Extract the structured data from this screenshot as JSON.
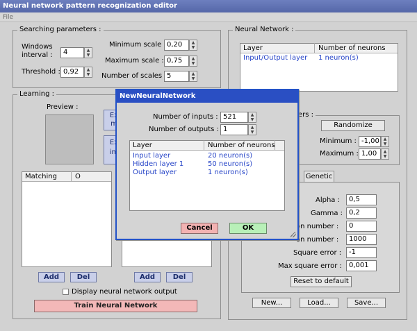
{
  "window": {
    "title": "Neural network pattern recognization editor",
    "menu": "File"
  },
  "searching": {
    "legend": "Searching parameters :",
    "windows_interval_label": "Windows\ninterval :",
    "windows_interval": "4",
    "threshold_label": "Threshold :",
    "threshold": "0,92",
    "min_scale_label": "Minimum scale :",
    "min_scale": "0,20",
    "max_scale_label": "Maximum scale :",
    "max_scale": "0,75",
    "num_scales_label": "Number of scales :",
    "num_scales": "5"
  },
  "learning": {
    "legend": "Learning :",
    "preview_label": "Preview :",
    "ex1": "Ex\nm",
    "ex2": "Ex\nim",
    "matching_col": "Matching",
    "o_col": "O",
    "add_label": "Add",
    "del_label": "Del",
    "add2_label": "Add",
    "del2_label": "Del",
    "display_checkbox": "Display neural network output",
    "train_button": "Train Neural Network"
  },
  "network": {
    "legend": "Neural Network :",
    "col_layer": "Layer",
    "col_neurons": "Number of neurons",
    "rows": [
      {
        "layer": "Input/Output layer",
        "neurons": "1 neuron(s)"
      }
    ],
    "weights_legend": "ers :",
    "randomize": "Randomize",
    "minimum_label": "Minimum :",
    "minimum": "-1,00",
    "maximum_label": "Maximum :",
    "maximum": "1,00",
    "genetic_tab": "Genetic",
    "alpha_label": "Alpha :",
    "alpha": "0,5",
    "gamma_label": "Gamma :",
    "gamma": "0,2",
    "iter_label": "on number :",
    "iter": "0",
    "maxiter_label": "on number :",
    "maxiter": "1000",
    "sqerr_label": "Square error :",
    "sqerr": "-1",
    "maxsqerr_label": "Max square error :",
    "maxsqerr": "0,001",
    "reset": "Reset to default",
    "new": "New...",
    "load": "Load...",
    "save": "Save..."
  },
  "dialog": {
    "title": "NewNeuralNetwork",
    "inputs_label": "Number of inputs :",
    "inputs": "521",
    "outputs_label": "Number of outputs :",
    "outputs": "1",
    "col_layer": "Layer",
    "col_neurons": "Number of neurons",
    "rows": [
      {
        "layer": "Input layer",
        "neurons": "20 neuron(s)"
      },
      {
        "layer": "Hidden layer 1",
        "neurons": "50 neuron(s)"
      },
      {
        "layer": "Output layer",
        "neurons": "1 neuron(s)"
      }
    ],
    "cancel": "Cancel",
    "ok": "OK",
    "cancel_color": "#f3b2b2",
    "ok_color": "#b8f0b8"
  }
}
